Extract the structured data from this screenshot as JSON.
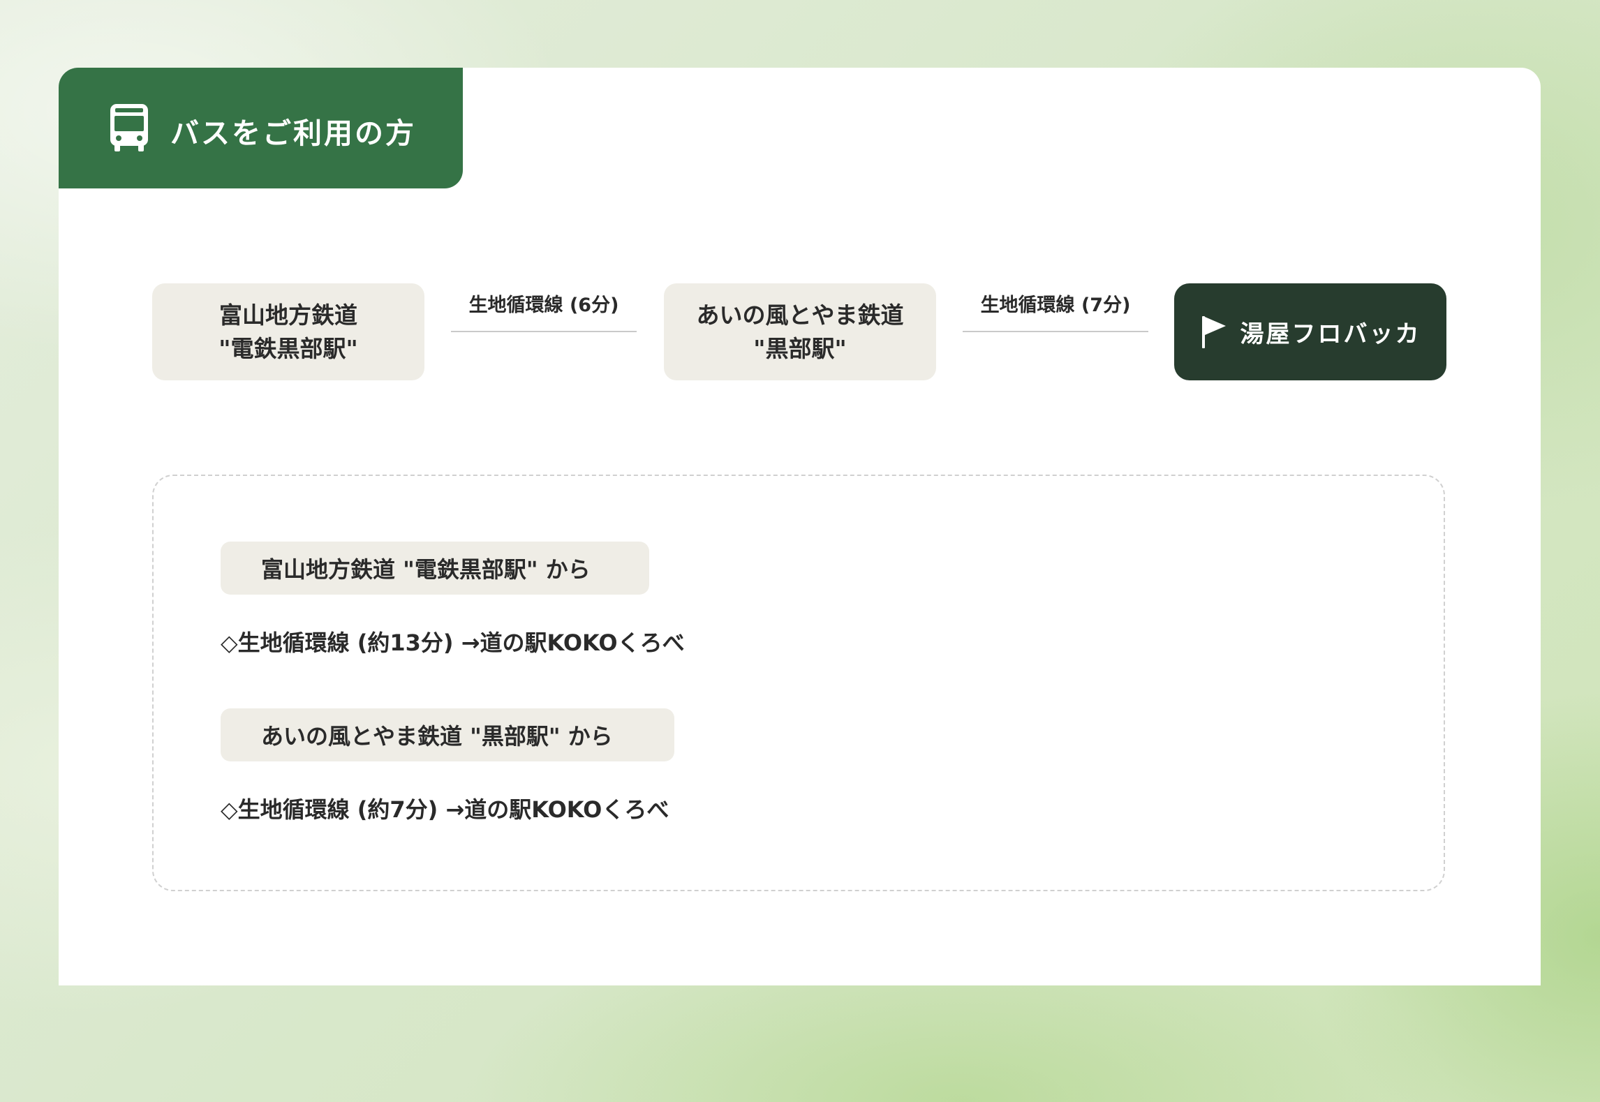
{
  "header": {
    "title": "バスをご利用の方",
    "icon": "bus-icon"
  },
  "route": {
    "stations": [
      {
        "line1": "富山地方鉄道",
        "line2": "\"電鉄黒部駅\""
      },
      {
        "line1": "あいの風とやま鉄道",
        "line2": "\"黒部駅\""
      }
    ],
    "connectors": [
      {
        "label": "生地循環線 (6分)"
      },
      {
        "label": "生地循環線 (7分)"
      }
    ],
    "destination": {
      "label": "湯屋フロバッカ",
      "icon": "flag-icon"
    }
  },
  "details": [
    {
      "from": "富山地方鉄道 \"電鉄黒部駅\" から",
      "route": "◇生地循環線 (約13分) →道の駅KOKOくろべ"
    },
    {
      "from": "あいの風とやま鉄道 \"黒部駅\" から",
      "route": "◇生地循環線 (約7分) →道の駅KOKOくろべ"
    }
  ],
  "colors": {
    "header_green": "#357346",
    "destination_dark": "#273c2e",
    "station_bg": "#efede6"
  }
}
